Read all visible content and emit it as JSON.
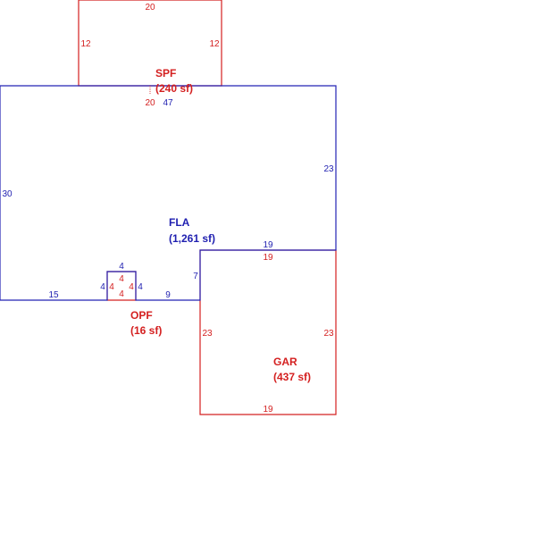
{
  "colors": {
    "red": "#d42020",
    "blue": "#1f1fb0"
  },
  "areas": {
    "spf": {
      "name": "SPF",
      "area": "(240 sf)"
    },
    "fla": {
      "name": "FLA",
      "area": "(1,261 sf)"
    },
    "opf": {
      "name": "OPF",
      "area": "(16 sf)"
    },
    "gar": {
      "name": "GAR",
      "area": "(437 sf)"
    }
  },
  "dims": {
    "spf_top": "20",
    "spf_left": "12",
    "spf_right": "12",
    "spf_bottom": "20",
    "fla_top": "47",
    "fla_right": "23",
    "fla_left": "30",
    "fla_step": "19",
    "fla_notch": "7",
    "fla_bottom_left": "15",
    "fla_bottom_mid": "9",
    "fla_opf_top": "4",
    "fla_opf_left": "4",
    "fla_opf_right": "4",
    "opf_top": "4",
    "opf_left": "4",
    "opf_right": "4",
    "opf_bottom": "4",
    "gar_top": "19",
    "gar_left": "23",
    "gar_right": "23",
    "gar_bottom": "19"
  }
}
